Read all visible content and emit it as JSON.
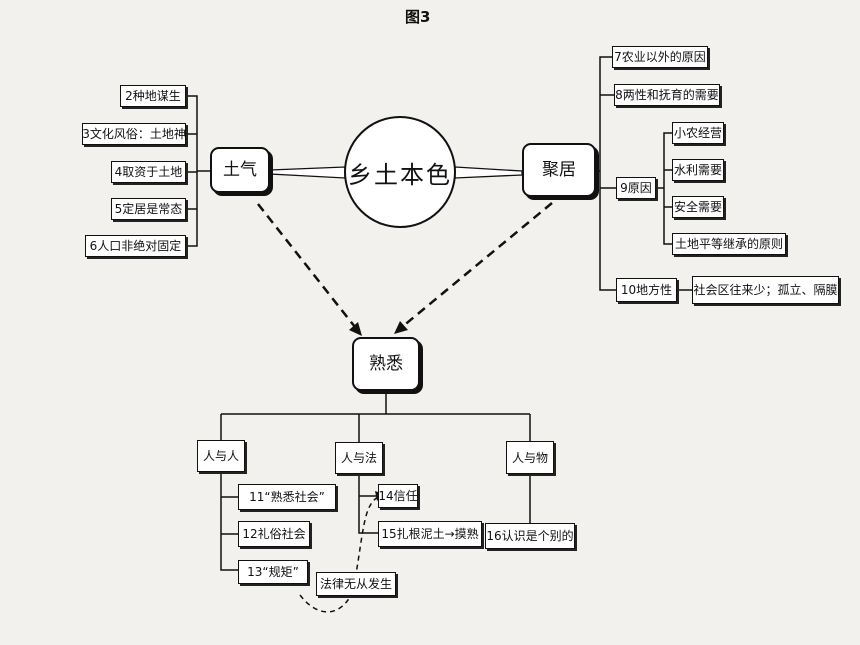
{
  "figure_title": "图3",
  "center": "乡土本色",
  "nodes": {
    "tuqi": "土气",
    "juju": "聚居",
    "shuxi": "熟悉"
  },
  "left_items": [
    "2种地谋生",
    "3文化风俗：土地神",
    "4取资于土地",
    "5定居是常态",
    "6人口非绝对固定"
  ],
  "right_items": {
    "r7": "7农业以外的原因",
    "r8": "8两性和抚育的需要",
    "r9": "9原因",
    "r9_subs": [
      "小农经营",
      "水利需要",
      "安全需要",
      "土地平等继承的原则"
    ],
    "r10": "10地方性",
    "r10_sub": "社会区往来少；孤立、隔膜"
  },
  "bottom": {
    "b1": "人与人",
    "b2": "人与法",
    "b3": "人与物",
    "b1_items": [
      "11“熟悉社会”",
      "12礼俗社会",
      "13“规矩”"
    ],
    "b2_items": [
      "14信任",
      "15扎根泥土→摸熟"
    ],
    "b3_item": "16认识是个别的",
    "law_note": "法律无从发生"
  }
}
